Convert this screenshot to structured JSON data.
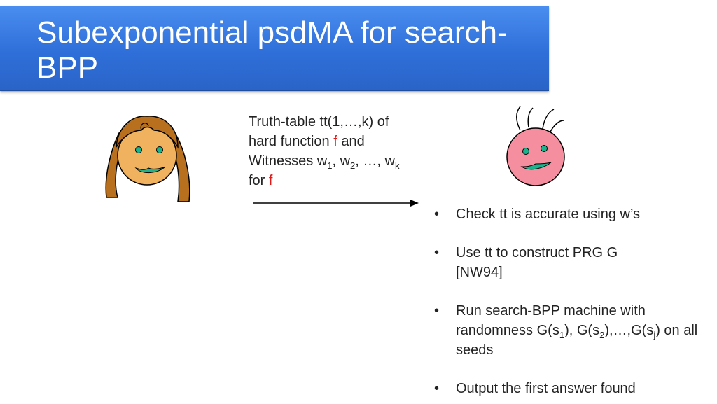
{
  "slide": {
    "title": "Subexponential psdMA for search-BPP"
  },
  "message": {
    "line1": "Truth-table tt(1,…,k) of",
    "line2_prefix": "hard function ",
    "line2_f": "f",
    "line2_suffix": " and",
    "line3_prefix": "Witnesses w",
    "line3_sub1": "1",
    "line3_mid1": ", w",
    "line3_sub2": "2",
    "line3_mid2": ", …, w",
    "line3_sub3": "k",
    "line4_prefix": "for ",
    "line4_f": "f"
  },
  "steps": {
    "bullet": "•",
    "step1": "Check tt is accurate using w’s",
    "step2": "Use tt to construct PRG G [NW94]",
    "step3_a": "Run search-BPP machine with randomness G(s",
    "step3_sub1": "1",
    "step3_b": "), G(s",
    "step3_sub2": "2",
    "step3_c": "),…,G(s",
    "step3_sub3": "j",
    "step3_d": ") on all seeds",
    "step4": "Output the first answer found"
  },
  "colors": {
    "title_bar": "#3a7ce6",
    "title_text": "#ffffff",
    "highlight": "#e01818",
    "girl_skin": "#f0b25e",
    "girl_hair": "#b8701e",
    "robot_skin": "#f58fa0",
    "mouth": "#19b38d"
  },
  "icons": {
    "prover": "girl-face-icon",
    "verifier": "robot-face-icon",
    "message_arrow": "arrow-right-icon"
  }
}
